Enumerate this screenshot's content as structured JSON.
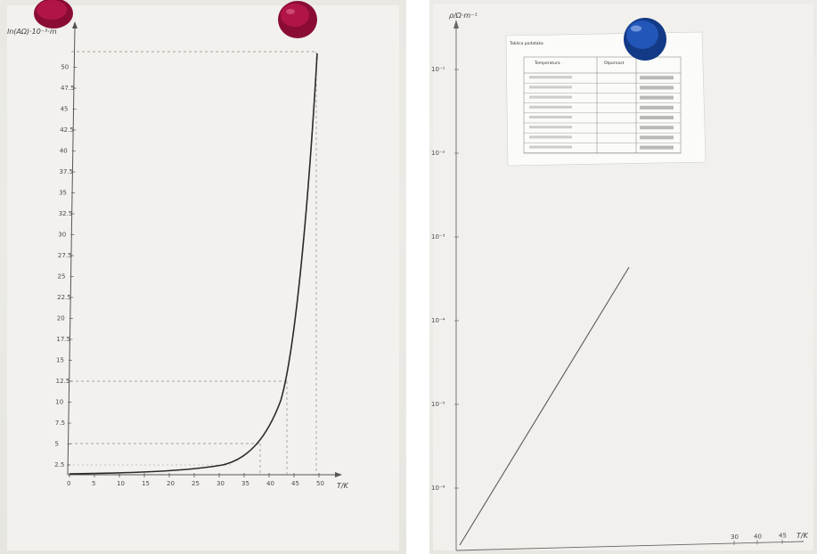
{
  "left_photo": {
    "y_axis_label": "ln(AΩ)·10⁻³·m",
    "x_axis_label": "T/K",
    "x_tick_labels": [
      "0",
      "5",
      "10",
      "15",
      "20",
      "25",
      "30",
      "35",
      "40",
      "45",
      "50"
    ],
    "y_tick_labels": [
      "2.5",
      "5",
      "7.5",
      "10",
      "12.5",
      "15",
      "17.5",
      "20",
      "22.5",
      "25",
      "27.5",
      "30",
      "32.5",
      "35",
      "37.5",
      "40",
      "42.5",
      "45",
      "47.5",
      "50"
    ],
    "magnet_color": "#a0103f"
  },
  "right_photo": {
    "y_axis_label": "ρ/Ω·m⁻¹",
    "x_axis_label": "T/K",
    "y_tick_labels": [
      "10⁻⁶",
      "10⁻⁵",
      "10⁻⁴",
      "10⁻³",
      "10⁻²",
      "10⁻¹"
    ],
    "x_tick_labels": [
      "30",
      "40",
      "45"
    ],
    "table_title": "Tablica podataka",
    "table_headers": [
      "Temperatura",
      "Otpornost"
    ],
    "magnet_color": "#1f4fa8"
  }
}
